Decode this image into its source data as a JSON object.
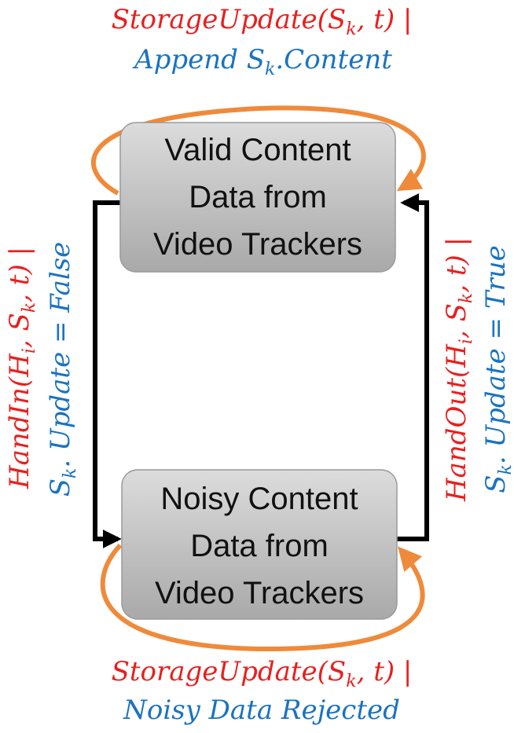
{
  "colors": {
    "red": "#e8201f",
    "blue": "#1a73c0",
    "orange": "#ef8a3a",
    "black": "#000000",
    "node_fill_top": "#dcdcdc",
    "node_fill_bottom": "#a9a9a9",
    "node_stroke": "#9a9a9a"
  },
  "nodes": {
    "valid": {
      "line1": "Valid Content",
      "line2": "Data from",
      "line3": "Video Trackers"
    },
    "noisy": {
      "line1": "Noisy Content",
      "line2": "Data from",
      "line3": "Video Trackers"
    }
  },
  "labels": {
    "top": {
      "event_name": "StorageUpdate",
      "event_args_open": "(S",
      "event_sub": "k",
      "event_args_close": ", t) |",
      "action_pre": "Append S",
      "action_sub": "k",
      "action_post": ".Content"
    },
    "bottom": {
      "event_name": "StorageUpdate",
      "event_args_open": "(S",
      "event_sub": "k",
      "event_args_close": ", t) |",
      "action": "Noisy Data Rejected"
    },
    "left": {
      "event_name": "HandIn",
      "event_args_open": "(H",
      "event_sub1": "i",
      "event_mid": ", S",
      "event_sub2": "k",
      "event_args_close": ", t) |",
      "cond_pre": "S",
      "cond_sub": "k",
      "cond_post": ". Update = False"
    },
    "right": {
      "event_name": "HandOut",
      "event_args_open": "(H",
      "event_sub1": "i",
      "event_mid": ", S",
      "event_sub2": "k",
      "event_args_close": ", t) |",
      "cond_pre": "S",
      "cond_sub": "k",
      "cond_post": ". Update = True"
    }
  }
}
